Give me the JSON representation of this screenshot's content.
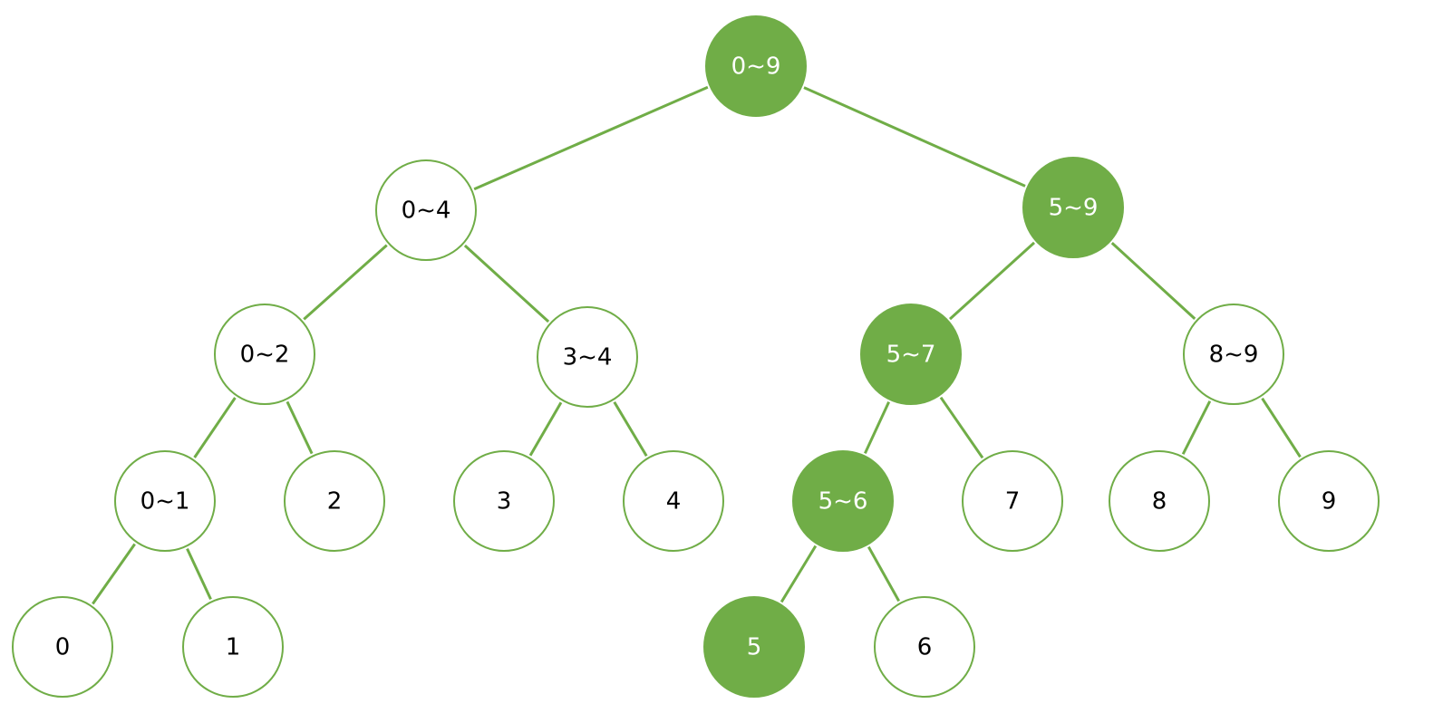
{
  "colors": {
    "accent": "#70ad47",
    "highlight_fill": "#70ad47",
    "highlight_text": "#ffffff",
    "normal_fill": "#ffffff",
    "normal_text": "#000000"
  },
  "nodes": [
    {
      "id": "n-0-9",
      "label": "0~9",
      "highlighted": true
    },
    {
      "id": "n-0-4",
      "label": "0~4",
      "highlighted": false
    },
    {
      "id": "n-5-9",
      "label": "5~9",
      "highlighted": true
    },
    {
      "id": "n-0-2",
      "label": "0~2",
      "highlighted": false
    },
    {
      "id": "n-3-4",
      "label": "3~4",
      "highlighted": false
    },
    {
      "id": "n-5-7",
      "label": "5~7",
      "highlighted": true
    },
    {
      "id": "n-8-9",
      "label": "8~9",
      "highlighted": false
    },
    {
      "id": "n-0-1",
      "label": "0~1",
      "highlighted": false
    },
    {
      "id": "n-2",
      "label": "2",
      "highlighted": false
    },
    {
      "id": "n-3",
      "label": "3",
      "highlighted": false
    },
    {
      "id": "n-4",
      "label": "4",
      "highlighted": false
    },
    {
      "id": "n-5-6",
      "label": "5~6",
      "highlighted": true
    },
    {
      "id": "n-7",
      "label": "7",
      "highlighted": false
    },
    {
      "id": "n-8",
      "label": "8",
      "highlighted": false
    },
    {
      "id": "n-9",
      "label": "9",
      "highlighted": false
    },
    {
      "id": "n-0",
      "label": "0",
      "highlighted": false
    },
    {
      "id": "n-1",
      "label": "1",
      "highlighted": false
    },
    {
      "id": "n-5",
      "label": "5",
      "highlighted": true
    },
    {
      "id": "n-6",
      "label": "6",
      "highlighted": false
    }
  ],
  "edges": [
    [
      "n-0-9",
      "n-0-4"
    ],
    [
      "n-0-9",
      "n-5-9"
    ],
    [
      "n-0-4",
      "n-0-2"
    ],
    [
      "n-0-4",
      "n-3-4"
    ],
    [
      "n-5-9",
      "n-5-7"
    ],
    [
      "n-5-9",
      "n-8-9"
    ],
    [
      "n-0-2",
      "n-0-1"
    ],
    [
      "n-0-2",
      "n-2"
    ],
    [
      "n-3-4",
      "n-3"
    ],
    [
      "n-3-4",
      "n-4"
    ],
    [
      "n-5-7",
      "n-5-6"
    ],
    [
      "n-5-7",
      "n-7"
    ],
    [
      "n-8-9",
      "n-8"
    ],
    [
      "n-8-9",
      "n-9"
    ],
    [
      "n-0-1",
      "n-0"
    ],
    [
      "n-0-1",
      "n-1"
    ],
    [
      "n-5-6",
      "n-5"
    ],
    [
      "n-5-6",
      "n-6"
    ]
  ]
}
